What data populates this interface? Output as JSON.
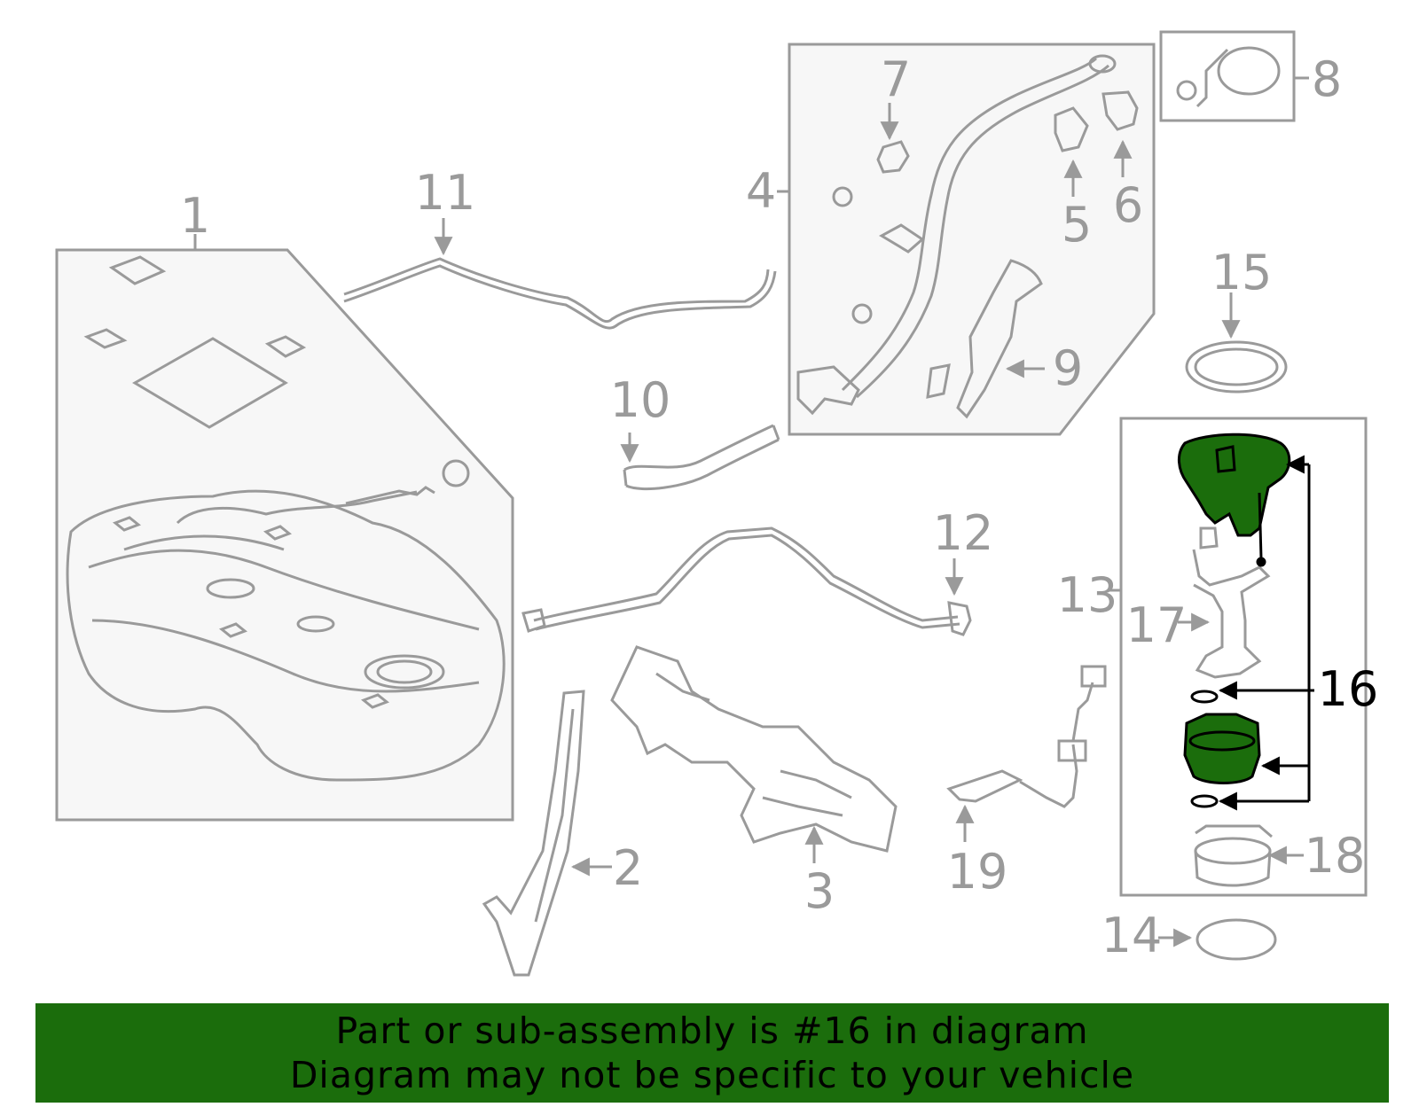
{
  "highlight_color": "#1b6d0c",
  "part_color": "#9a9a9a",
  "callouts": {
    "c1": "1",
    "c2": "2",
    "c3": "3",
    "c4": "4",
    "c5": "5",
    "c6": "6",
    "c7": "7",
    "c8": "8",
    "c9": "9",
    "c10": "10",
    "c11": "11",
    "c12": "12",
    "c13": "13",
    "c14": "14",
    "c15": "15",
    "c16": "16",
    "c17": "17",
    "c18": "18",
    "c19": "19"
  },
  "banner": {
    "line1": "Part or sub-assembly is #16 in diagram",
    "line2": "Diagram may not be specific to your vehicle"
  }
}
